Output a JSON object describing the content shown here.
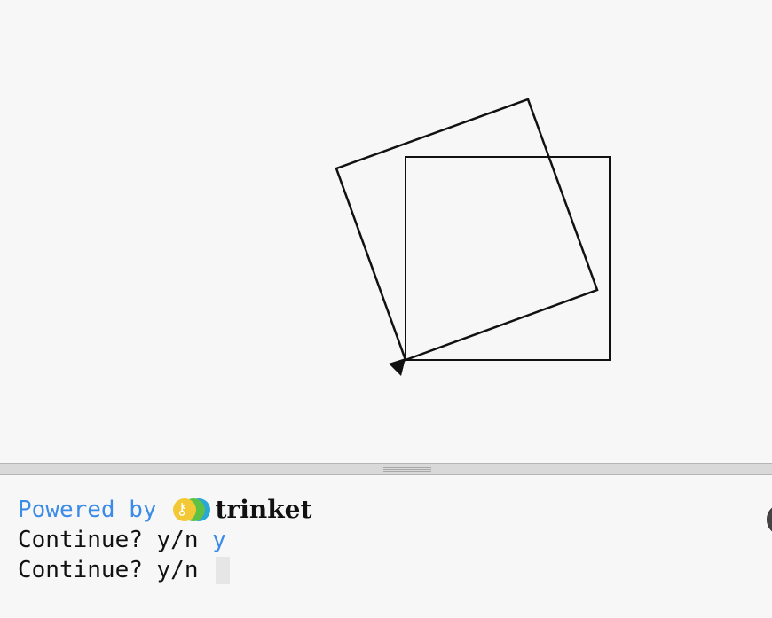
{
  "canvas": {
    "turtle_icon": "turtle-arrow-icon"
  },
  "console": {
    "powered_label": "Powered by",
    "brand_name": "trinket",
    "brand_icon": "trinket-key-icon",
    "lines": [
      {
        "prompt": "Continue? y/n",
        "answer": "y"
      },
      {
        "prompt": "Continue? y/n",
        "answer": ""
      }
    ]
  },
  "colors": {
    "link_blue": "#3b8be8",
    "text": "#111111",
    "background": "#f7f7f7"
  }
}
